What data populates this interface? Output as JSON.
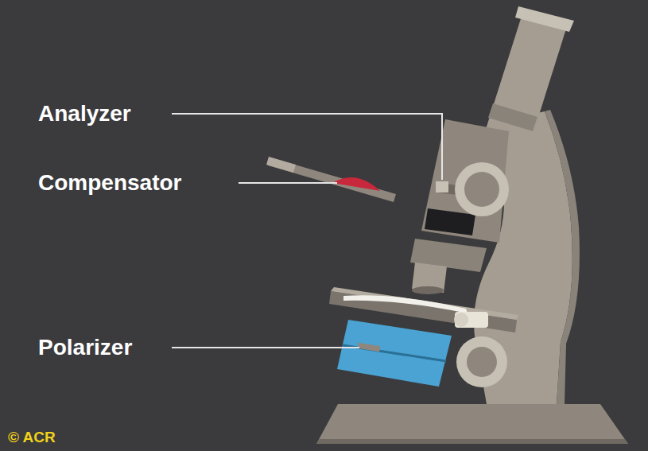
{
  "diagram": {
    "labels": [
      "Analyzer",
      "Compensator",
      "Polarizer",
      "© ACR"
    ]
  }
}
